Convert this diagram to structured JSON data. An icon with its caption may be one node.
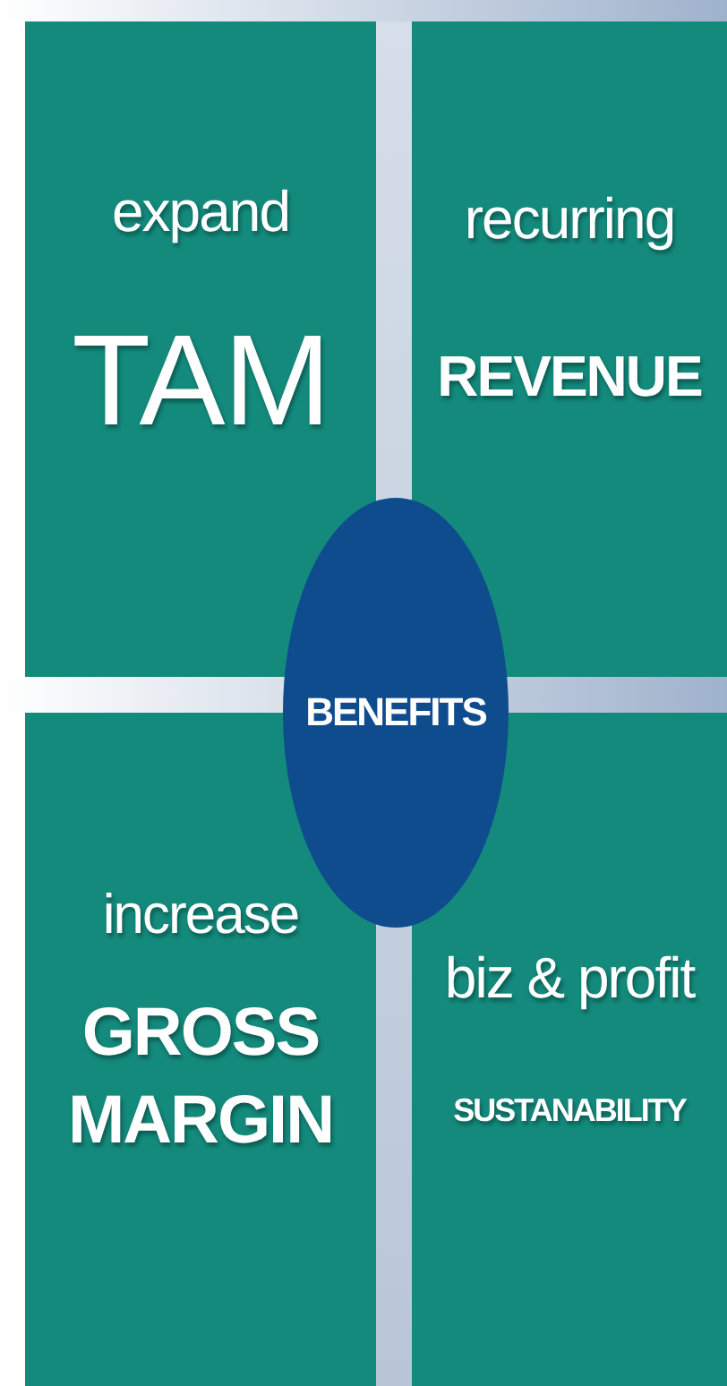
{
  "diagram": {
    "nodes": [
      {
        "text": [
          "expand",
          "TAM"
        ]
      },
      {
        "text": [
          "recurring",
          "REVENUE"
        ]
      },
      {
        "text": [
          "increase",
          "GROSS MARGIN"
        ]
      },
      {
        "text": [
          "biz & profit",
          "SUSTANABILITY"
        ]
      },
      {
        "text": [
          "BENEFITS"
        ]
      }
    ]
  }
}
